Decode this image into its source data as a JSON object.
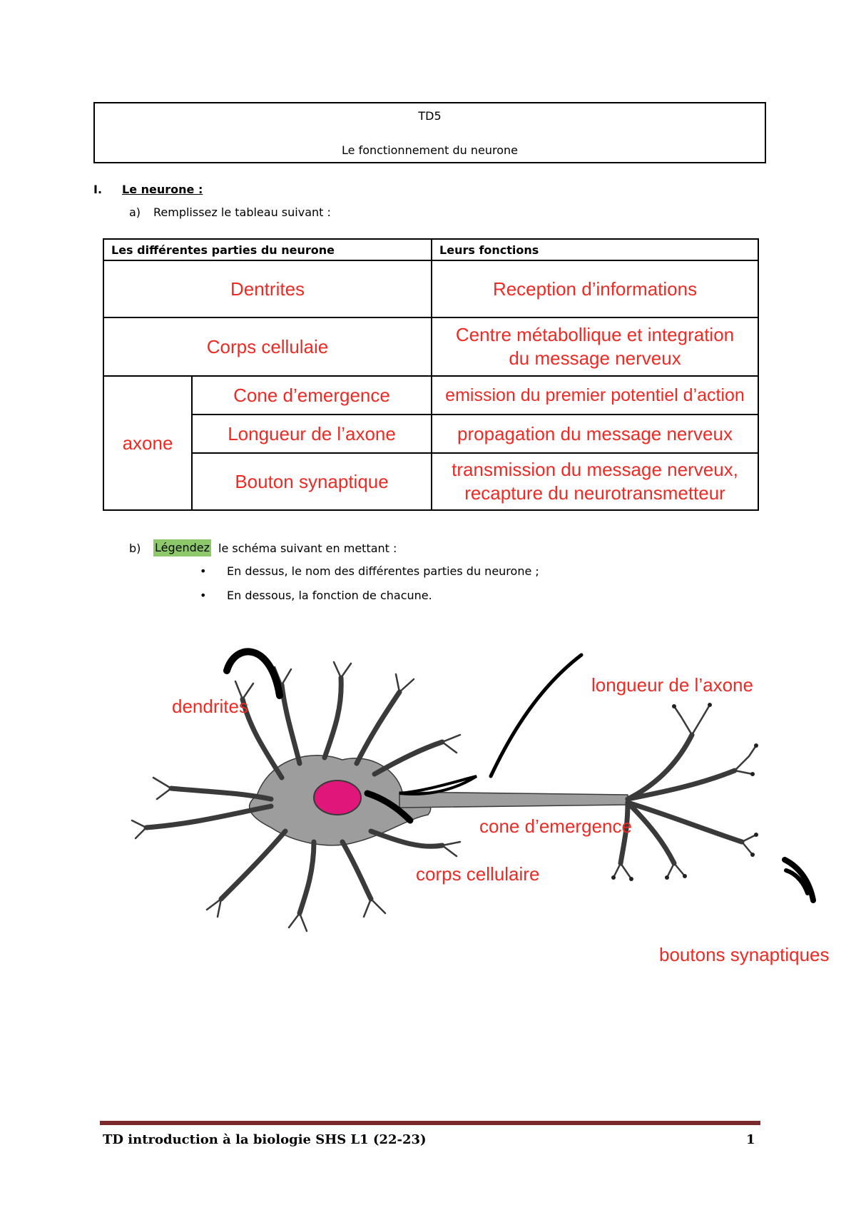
{
  "header": {
    "code": "TD5",
    "title": "Le fonctionnement du neurone"
  },
  "section1": {
    "number": "I.",
    "title": "Le neurone :",
    "a_letter": "a)",
    "a_text": "Remplissez le tableau suivant :"
  },
  "table": {
    "col1_header": "Les différentes parties du neurone",
    "col2_header": "Leurs fonctions",
    "row1": {
      "part": "Dentrites",
      "function": "Reception d’informations"
    },
    "row2": {
      "part": "Corps cellulaie",
      "function_line1": "Centre métabollique et integration",
      "function_line2": "du message nerveux"
    },
    "axone_group": "axone",
    "row3": {
      "part": "Cone d’emergence",
      "function": "emission du premier potentiel d’action"
    },
    "row4": {
      "part": "Longueur de l’axone",
      "function": "propagation du message nerveux"
    },
    "row5": {
      "part": "Bouton synaptique",
      "function_line1": "transmission du message nerveux,",
      "function_line2": "recapture du neurotransmetteur"
    }
  },
  "section_b": {
    "letter": "b)",
    "highlight": "Légendez",
    "rest": "le schéma suivant en mettant :",
    "bullets": [
      "En dessus, le nom des différentes parties du neurone ;",
      "En dessous, la fonction de chacune."
    ],
    "bullet_symbol": "•"
  },
  "diagram": {
    "labels": {
      "dendrites": "dendrites",
      "axon_length": "longueur de l’axone",
      "axon_hillock": "cone d’emergence",
      "cell_body": "corps cellulaire",
      "synaptic_buttons": "boutons synaptiques"
    },
    "colors": {
      "neuron_fill": "#9d9d9d",
      "nucleus": "#e0167a",
      "annotation": "#ee2a24",
      "marker": "#000000"
    }
  },
  "footer": {
    "left": "TD introduction à la biologie SHS L1 (22-23)",
    "page": "1"
  }
}
